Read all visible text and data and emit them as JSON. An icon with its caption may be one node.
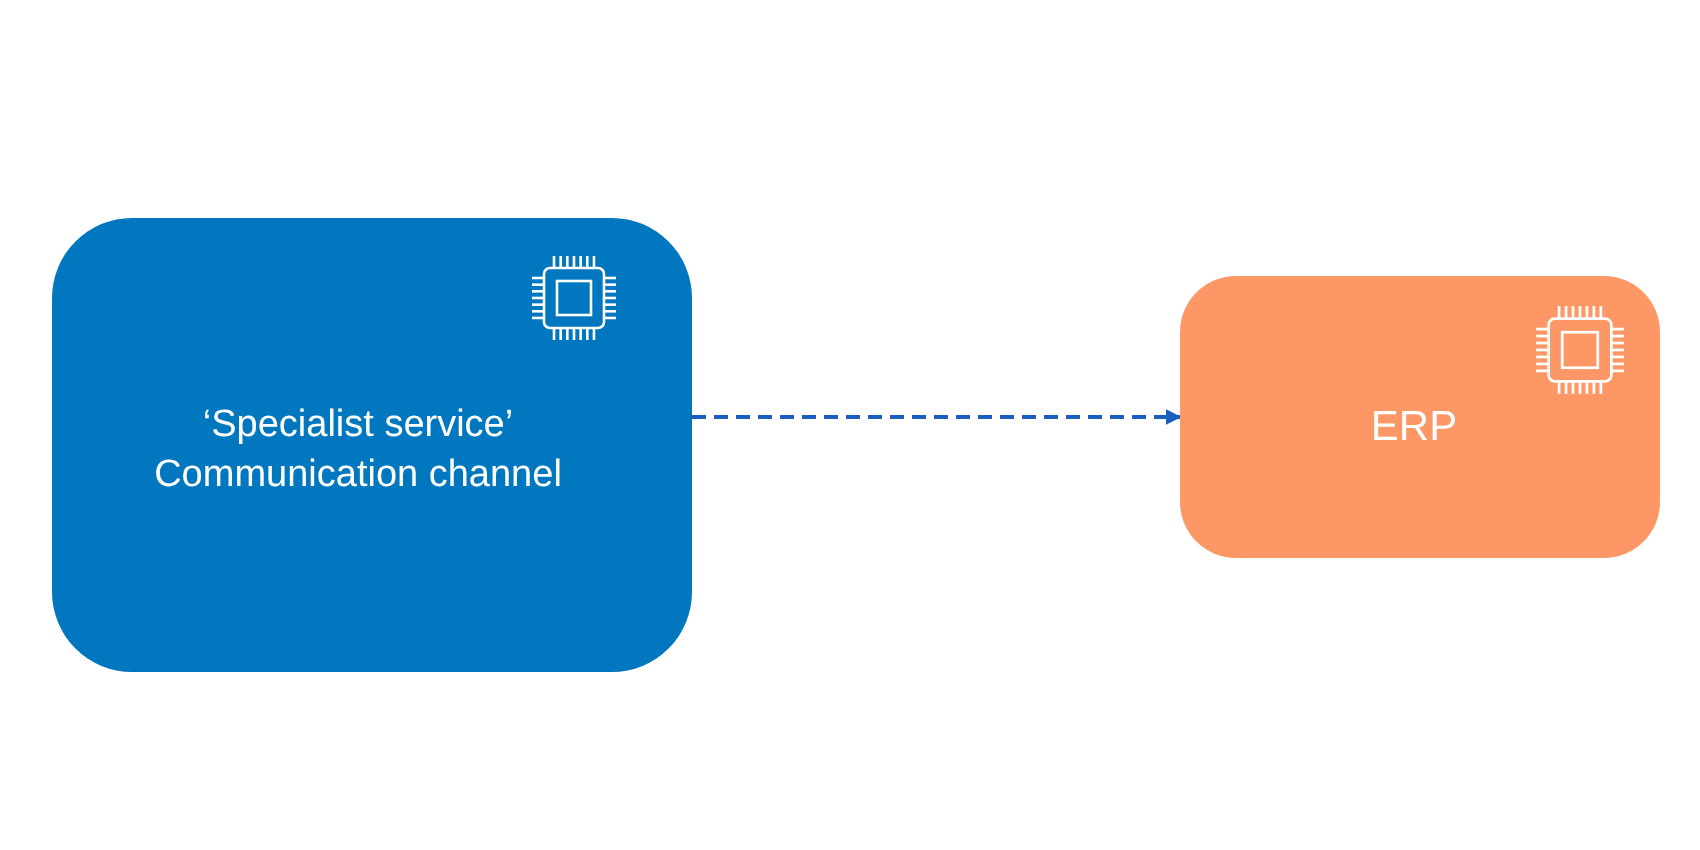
{
  "diagram": {
    "nodes": [
      {
        "text": [
          "‘Specialist service’ Communication channel"
        ]
      },
      {
        "text": [
          "ERP"
        ]
      }
    ],
    "edges": [
      {
        "from": 0,
        "to": 1,
        "arrow": "to",
        "style": "dashed"
      }
    ]
  }
}
